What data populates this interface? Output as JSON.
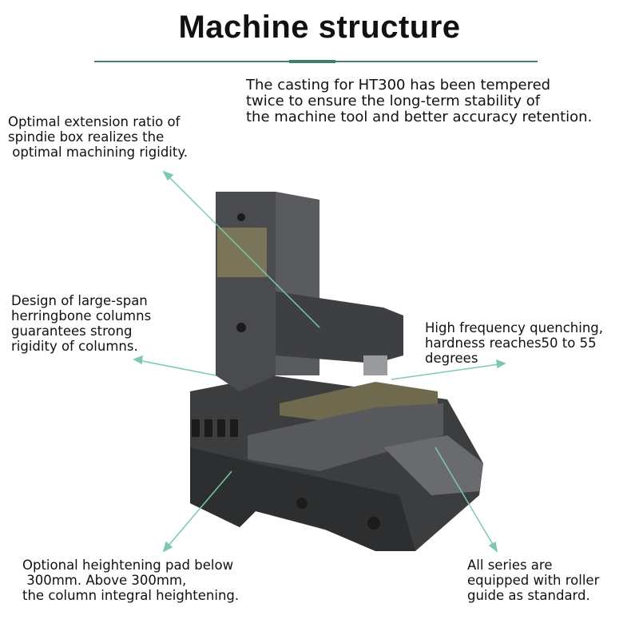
{
  "title": "Machine  structure",
  "accent_color": "#3f7f68",
  "arrow_color": "#7cc9b0",
  "notes": {
    "casting": "The casting for HT300 has been tempered\ntwice to ensure the long-term stability of\nthe machine tool and better accuracy retention.",
    "spindle": "Optimal extension ratio of\nspindie box realizes the\n optimal machining rigidity.",
    "columns": "Design of large-span\nherringbone columns\nguarantees strong\nrigidity of columns.",
    "quenching": "High frequency quenching,\nhardness reaches50 to 55\ndegrees",
    "pad": "Optional heightening pad below\n 300mm. Above 300mm,\nthe column integral heightening.",
    "guide": "All series are\nequipped with roller\nguide as standard."
  }
}
